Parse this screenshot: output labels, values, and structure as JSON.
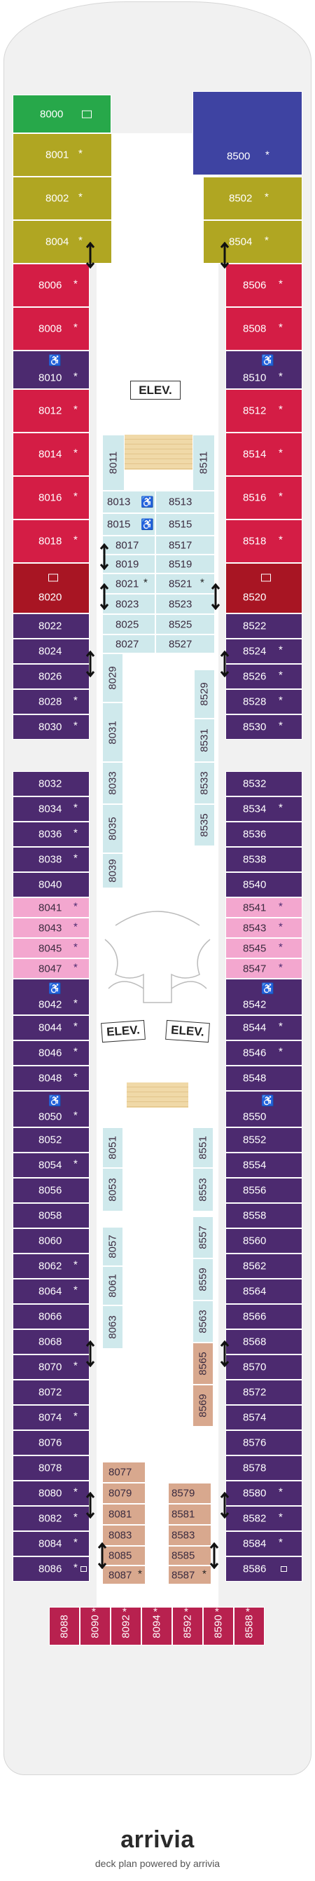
{
  "elevator_label": "ELEV.",
  "brand": {
    "name": "arrivia",
    "tagline": "deck plan powered by arrivia"
  },
  "colors": {
    "green": "#27a84a",
    "olive": "#b0a622",
    "red": "#d41d45",
    "dark_red": "#a81523",
    "purple": "#4c2a6f",
    "blue": "#3e43a2",
    "pink": "#f3a7cf",
    "tan": "#d8a88e",
    "light_blue": "#cfe9ec",
    "maroon": "#b8214f"
  },
  "icons": [
    "wheelchair-icon",
    "sofa-bed-icon",
    "connecting-arrow-icon",
    "star-icon"
  ],
  "cabins": {
    "c8000": "8000",
    "c8500": "8500",
    "c8001": "8001",
    "c8002": "8002",
    "c8004": "8004",
    "c8502": "8502",
    "c8504": "8504",
    "c8006": "8006",
    "c8008": "8008",
    "c8010": "8010",
    "c8012": "8012",
    "c8014": "8014",
    "c8016": "8016",
    "c8018": "8018",
    "c8020": "8020",
    "c8506": "8506",
    "c8508": "8508",
    "c8510": "8510",
    "c8512": "8512",
    "c8514": "8514",
    "c8516": "8516",
    "c8518": "8518",
    "c8520": "8520",
    "c8022": "8022",
    "c8024": "8024",
    "c8026": "8026",
    "c8028": "8028",
    "c8030": "8030",
    "c8522": "8522",
    "c8524": "8524",
    "c8526": "8526",
    "c8528": "8528",
    "c8530": "8530",
    "c8032": "8032",
    "c8034": "8034",
    "c8036": "8036",
    "c8038": "8038",
    "c8040": "8040",
    "c8532": "8532",
    "c8534": "8534",
    "c8536": "8536",
    "c8538": "8538",
    "c8540": "8540",
    "c8041": "8041",
    "c8043": "8043",
    "c8045": "8045",
    "c8047": "8047",
    "c8541": "8541",
    "c8543": "8543",
    "c8545": "8545",
    "c8547": "8547",
    "c8042": "8042",
    "c8044": "8044",
    "c8046": "8046",
    "c8048": "8048",
    "c8050": "8050",
    "c8052": "8052",
    "c8054": "8054",
    "c8056": "8056",
    "c8058": "8058",
    "c8060": "8060",
    "c8062": "8062",
    "c8064": "8064",
    "c8066": "8066",
    "c8068": "8068",
    "c8070": "8070",
    "c8072": "8072",
    "c8074": "8074",
    "c8076": "8076",
    "c8078": "8078",
    "c8080": "8080",
    "c8082": "8082",
    "c8084": "8084",
    "c8086": "8086",
    "c8542": "8542",
    "c8544": "8544",
    "c8546": "8546",
    "c8548": "8548",
    "c8550": "8550",
    "c8552": "8552",
    "c8554": "8554",
    "c8556": "8556",
    "c8558": "8558",
    "c8560": "8560",
    "c8562": "8562",
    "c8564": "8564",
    "c8566": "8566",
    "c8568": "8568",
    "c8570": "8570",
    "c8572": "8572",
    "c8574": "8574",
    "c8576": "8576",
    "c8578": "8578",
    "c8580": "8580",
    "c8582": "8582",
    "c8584": "8584",
    "c8586": "8586",
    "c8011": "8011",
    "c8511": "8511",
    "c8013": "8013",
    "c8015": "8015",
    "c8017": "8017",
    "c8019": "8019",
    "c8021": "8021",
    "c8023": "8023",
    "c8025": "8025",
    "c8027": "8027",
    "c8513": "8513",
    "c8515": "8515",
    "c8517": "8517",
    "c8519": "8519",
    "c8521": "8521",
    "c8523": "8523",
    "c8525": "8525",
    "c8527": "8527",
    "c8029": "8029",
    "c8031": "8031",
    "c8033": "8033",
    "c8035": "8035",
    "c8039": "8039",
    "c8529": "8529",
    "c8531": "8531",
    "c8533": "8533",
    "c8535": "8535",
    "c8051": "8051",
    "c8053": "8053",
    "c8057": "8057",
    "c8061": "8061",
    "c8063": "8063",
    "c8551": "8551",
    "c8553": "8553",
    "c8557": "8557",
    "c8559": "8559",
    "c8563": "8563",
    "c8565": "8565",
    "c8569": "8569",
    "c8077": "8077",
    "c8079": "8079",
    "c8081": "8081",
    "c8083": "8083",
    "c8085": "8085",
    "c8087": "8087",
    "c8579": "8579",
    "c8581": "8581",
    "c8583": "8583",
    "c8585": "8585",
    "c8587": "8587",
    "c8088": "8088",
    "c8090": "8090",
    "c8092": "8092",
    "c8094": "8094",
    "c8592": "8592",
    "c8590": "8590",
    "c8588": "8588"
  }
}
